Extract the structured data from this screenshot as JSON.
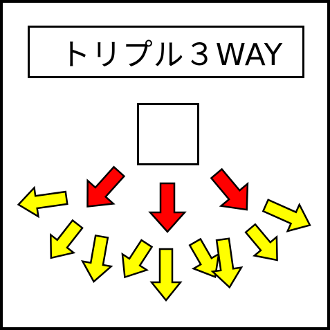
{
  "title": "トリプル３WAY",
  "colors": {
    "primary_arrow": "#ff0000",
    "secondary_arrow": "#ffff00",
    "outline": "#000000"
  },
  "shots": {
    "primary_count": 3,
    "secondary_count": 9
  }
}
